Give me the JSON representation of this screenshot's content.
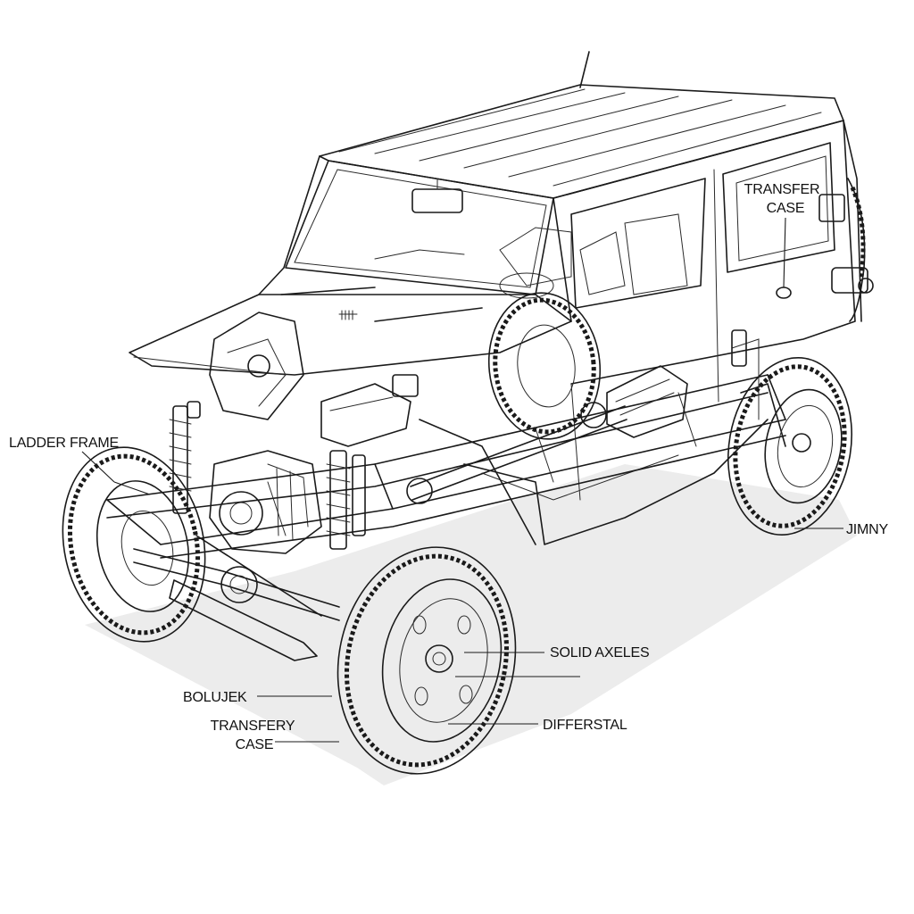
{
  "labels": {
    "transfer_case_top_line1": "TRANSFER",
    "transfer_case_top_line2": "CASE",
    "ladder_frame": "LADDER FRAME",
    "jimny": "JIMNY",
    "solid_axeles": "SOLID AXELES",
    "bolujek": "BOLUJEK",
    "transfery_case_line1": "TRANSFERY",
    "transfery_case_line2": "CASE",
    "differstal": "DIFFERSTAL"
  },
  "colors": {
    "ink": "#1a1a1a",
    "background": "#ffffff",
    "shadow": "#ececec"
  }
}
